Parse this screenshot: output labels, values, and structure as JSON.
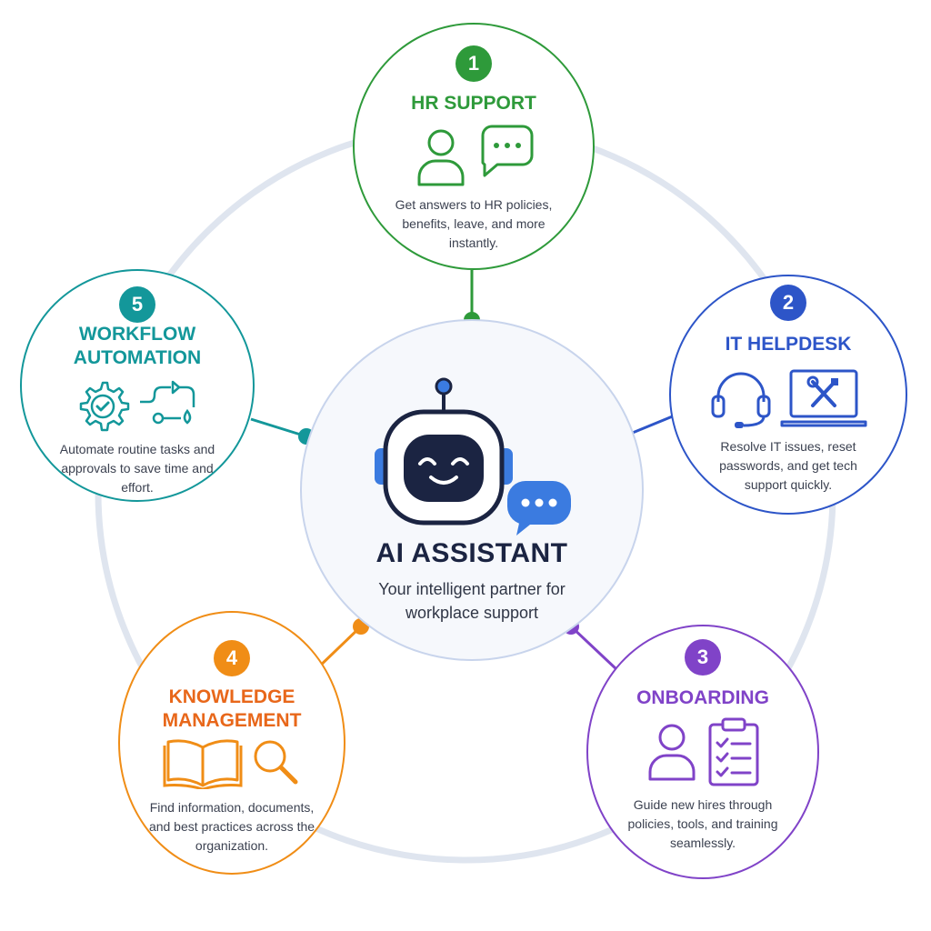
{
  "center": {
    "title": "AI ASSISTANT",
    "subtitle": "Your intelligent partner for workplace support",
    "icons": [
      "robot-icon",
      "chat-bubble-icon"
    ]
  },
  "services": [
    {
      "number": "1",
      "title": "HR SUPPORT",
      "description": "Get answers to HR policies, benefits, leave, and more instantly.",
      "color": "#2e9a3a",
      "icons": [
        "person-icon",
        "chat-bubble-icon"
      ]
    },
    {
      "number": "2",
      "title": "IT HELPDESK",
      "description": "Resolve IT issues, reset passwords, and get tech support quickly.",
      "color": "#2d55c8",
      "icons": [
        "headset-icon",
        "laptop-tools-icon"
      ]
    },
    {
      "number": "3",
      "title": "ONBOARDING",
      "description": "Guide new hires through policies, tools, and training seamlessly.",
      "color": "#8043c8",
      "icons": [
        "person-icon",
        "clipboard-checklist-icon"
      ]
    },
    {
      "number": "4",
      "title": "KNOWLEDGE MANAGEMENT",
      "description": "Find information, documents, and best practices across the organization.",
      "color": "#f08d16",
      "icons": [
        "open-book-icon",
        "magnifier-icon"
      ]
    },
    {
      "number": "5",
      "title": "WORKFLOW AUTOMATION",
      "description": "Automate routine tasks and approvals to save time and effort.",
      "color": "#13979a",
      "icons": [
        "gear-check-icon",
        "flow-icon"
      ]
    }
  ],
  "colors": {
    "ring": "#dfe5ef",
    "center_border": "#c8d4ec",
    "center_fill": "#f6f8fc",
    "title_dark": "#1b2442"
  }
}
